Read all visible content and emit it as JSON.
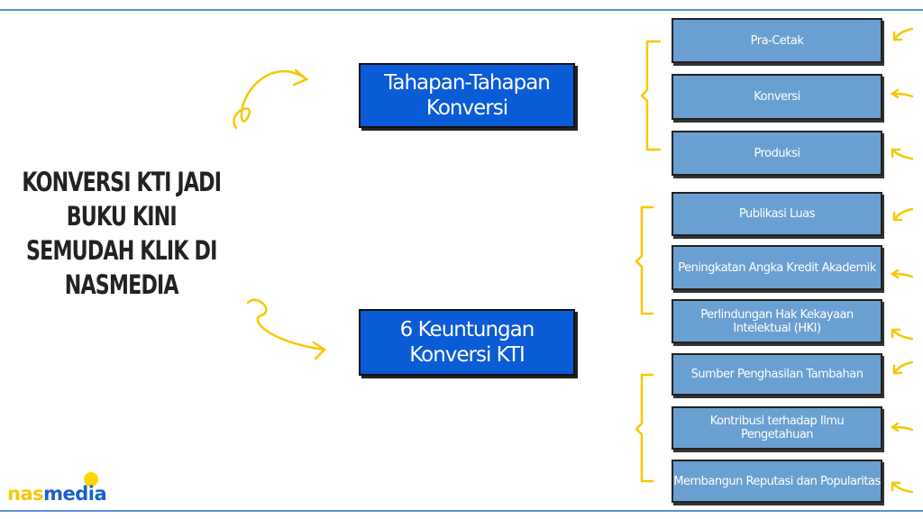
{
  "title": "KONVERSI KTI JADI BUKU KINI SEMUDAH KLIK DI NASMEDIA",
  "main_boxes": [
    {
      "label": "Tahapan-Tahapan Konversi"
    },
    {
      "label": "6 Keuntungan Konversi KTI"
    }
  ],
  "stages": [
    "Pra-Cetak",
    "Konversi",
    "Produksi"
  ],
  "benefits": [
    "Publikasi Luas",
    "Peningkatan Angka Kredit Akademik",
    "Perlindungan Hak Kekayaan Intelektual (HKI)",
    "Sumber Penghasilan Tambahan",
    "Kontribusi terhadap Ilmu Pengetahuan",
    "Membangun Reputasi dan Popularitas"
  ],
  "logo": {
    "part1": "nas",
    "part2": "media"
  },
  "colors": {
    "main": "#0a5bd6",
    "box": "#6a9fd2",
    "accent": "#f6c800"
  }
}
